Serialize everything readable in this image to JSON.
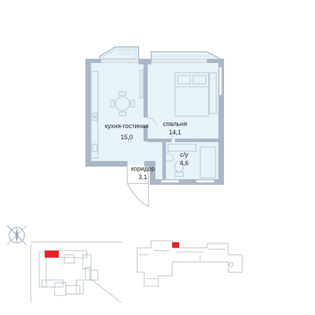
{
  "rooms": {
    "kitchen_living": {
      "name": "кухня-гостиная",
      "area": "15,0"
    },
    "bedroom": {
      "name": "спальня",
      "area": "14,1"
    },
    "bathroom": {
      "name": "с/у",
      "area": "4,6"
    },
    "corridor": {
      "name": "коридор",
      "area": "3,1"
    }
  },
  "colors": {
    "wall": "#a9b7c6",
    "floor": "#e7f3f8",
    "highlight": "#e8202a",
    "map_line": "#9aa6b4"
  },
  "icons": {
    "compass": "compass-icon"
  }
}
